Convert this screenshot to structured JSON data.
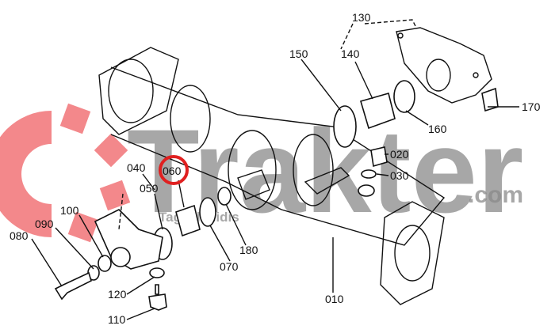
{
  "watermark": {
    "brand": "Trakter",
    "domain": ".com",
    "sub": "Tagkalenidis",
    "logo_color": "#e8383d",
    "text_color": "#8a8a8a"
  },
  "highlight": {
    "part": "060",
    "color": "#e02020"
  },
  "labels": {
    "p010": "010",
    "p020": "020",
    "p030": "030",
    "p040": "040",
    "p050": "050",
    "p060": "060",
    "p070": "070",
    "p080": "080",
    "p090": "090",
    "p100": "100",
    "p110": "110",
    "p120": "120",
    "p130": "130",
    "p140": "140",
    "p150": "150",
    "p160": "160",
    "p170": "170",
    "p180": "180"
  }
}
